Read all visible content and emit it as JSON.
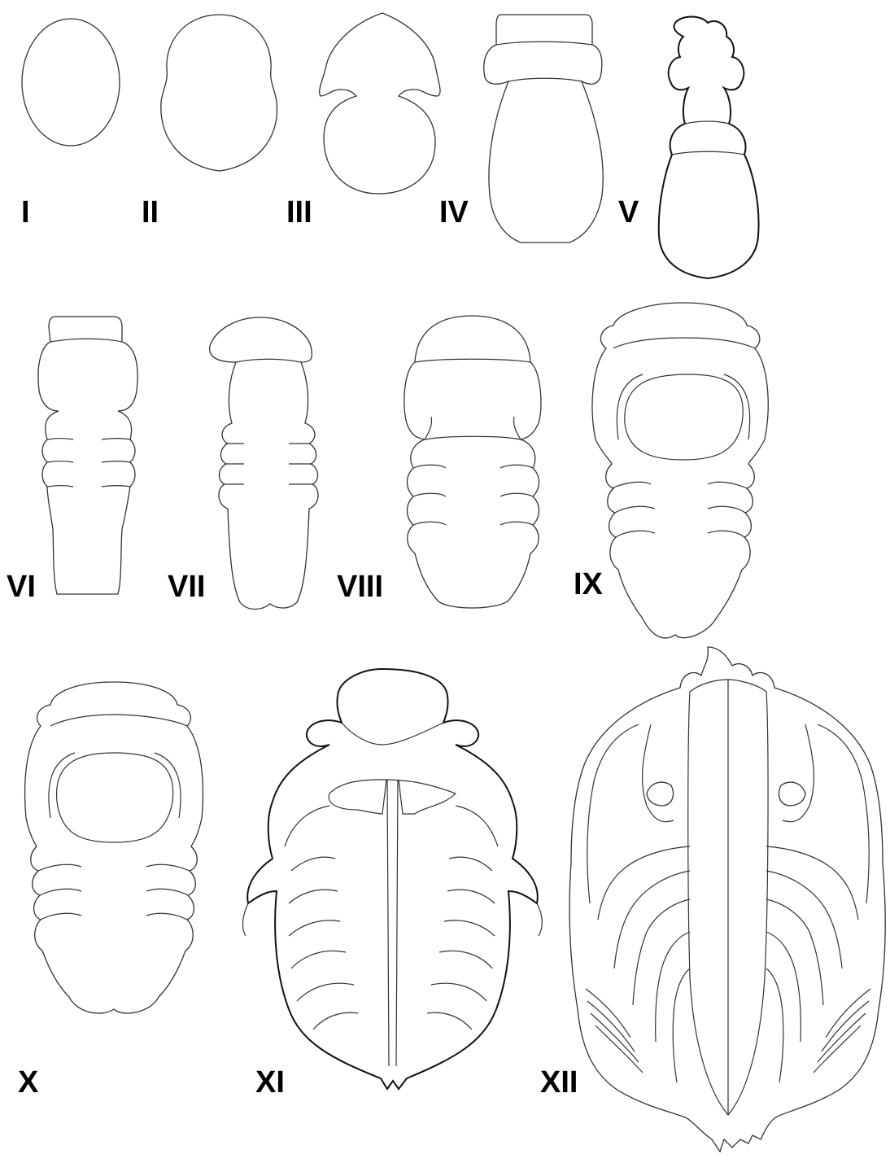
{
  "figure": {
    "stages": [
      {
        "label": "I"
      },
      {
        "label": "II"
      },
      {
        "label": "III"
      },
      {
        "label": "IV"
      },
      {
        "label": "V"
      },
      {
        "label": "VI"
      },
      {
        "label": "VII"
      },
      {
        "label": "VIII"
      },
      {
        "label": "IX"
      },
      {
        "label": "X"
      },
      {
        "label": "XI"
      },
      {
        "label": "XII"
      }
    ]
  }
}
